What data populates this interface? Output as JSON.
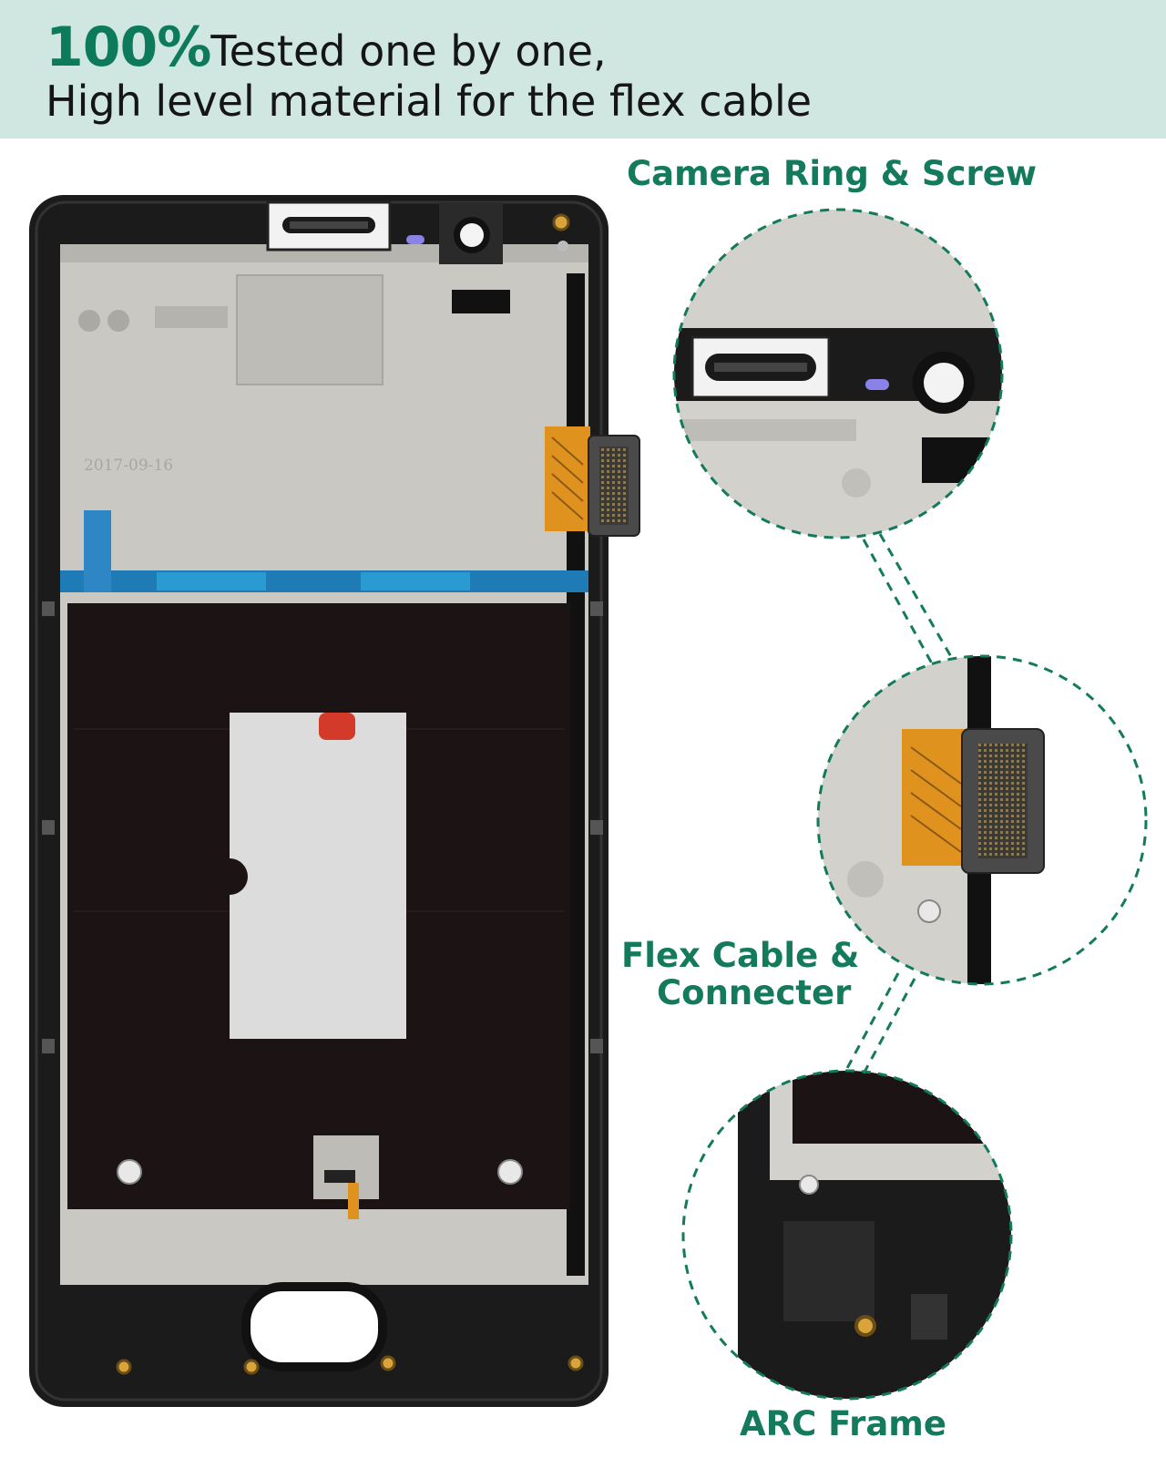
{
  "banner": {
    "highlight": "100%",
    "line1_rest": "Tested one by one,",
    "line2": "High level material for the flex cable"
  },
  "phone": {
    "date_stamp": "2017-09-16"
  },
  "callouts": [
    {
      "label": "Camera Ring & Screw"
    },
    {
      "label_line1": "Flex Cable &",
      "label_line2": "Connecter"
    },
    {
      "label": "ARC Frame"
    }
  ],
  "colors": {
    "banner_bg": "#cfe7e0",
    "accent_green": "#137a5b",
    "frame_black": "#1b1b1b",
    "frame_silver": "#c9c8c3",
    "flex_orange": "#e0921e"
  }
}
